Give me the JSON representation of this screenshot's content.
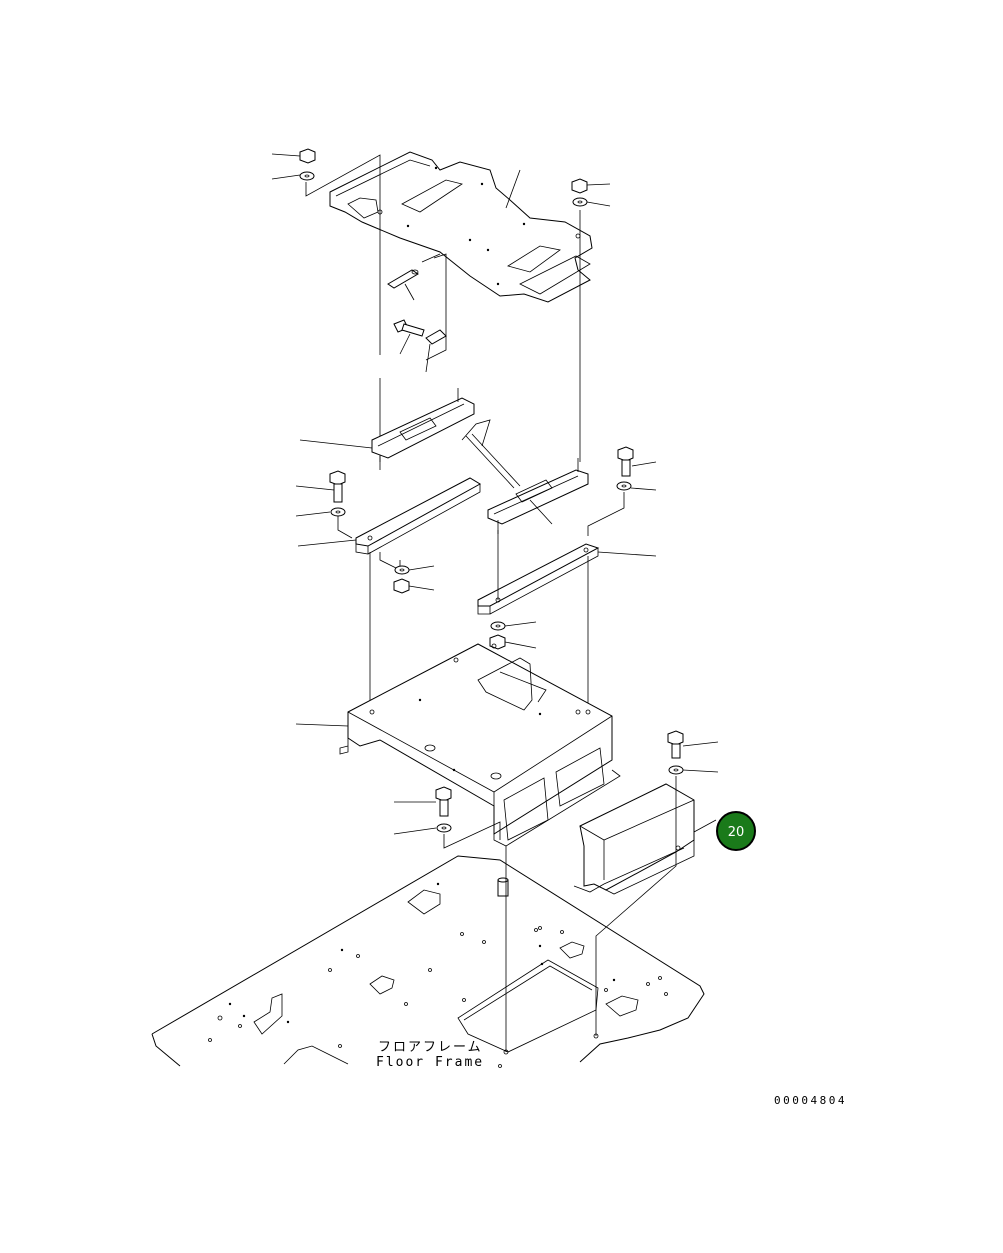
{
  "floor_frame_label_jp": "フロアフレーム",
  "floor_frame_label_en": "Floor Frame",
  "drawing_number": "00004804",
  "callout": {
    "number": "20",
    "color": "#1a7a1a",
    "ring_color": "#000000"
  }
}
